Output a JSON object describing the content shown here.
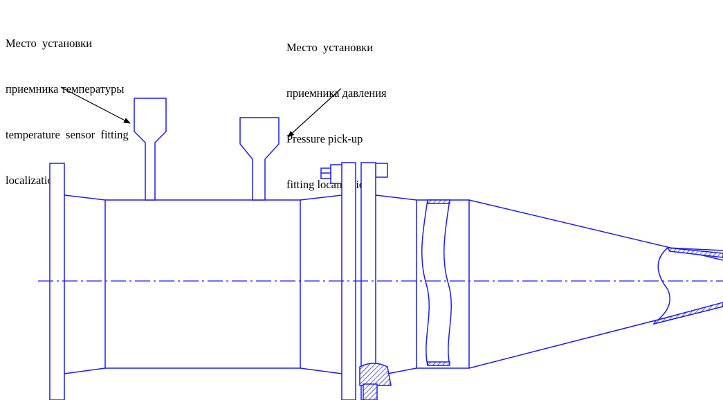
{
  "callouts": {
    "temperature": {
      "lines": [
        "Место  установки",
        "приемника температуры",
        "temperature  sensor  fitting",
        "localization"
      ]
    },
    "pressure": {
      "lines": [
        "Место  установки",
        "приемника давления",
        "Pressure pick-up",
        "fitting localization"
      ]
    }
  },
  "colors": {
    "drawing": "#1a1aff",
    "text": "#000000",
    "arrow": "#000000"
  }
}
